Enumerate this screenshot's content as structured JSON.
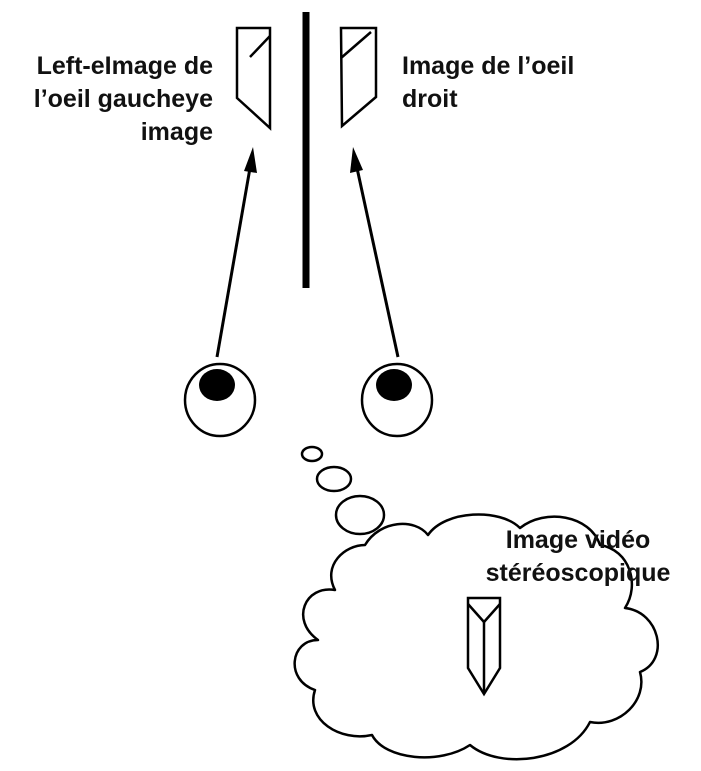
{
  "labels": {
    "left_eye_image": [
      "Left-eImage de",
      "l’oeil gaucheye",
      "image"
    ],
    "right_eye_image": [
      "Image de l’oeil",
      "droit"
    ],
    "stereo_video_image": [
      "Image vidéo",
      "stéréoscopique"
    ]
  },
  "colors": {
    "ink": "#000000",
    "text": "#111111",
    "background": "#ffffff"
  }
}
